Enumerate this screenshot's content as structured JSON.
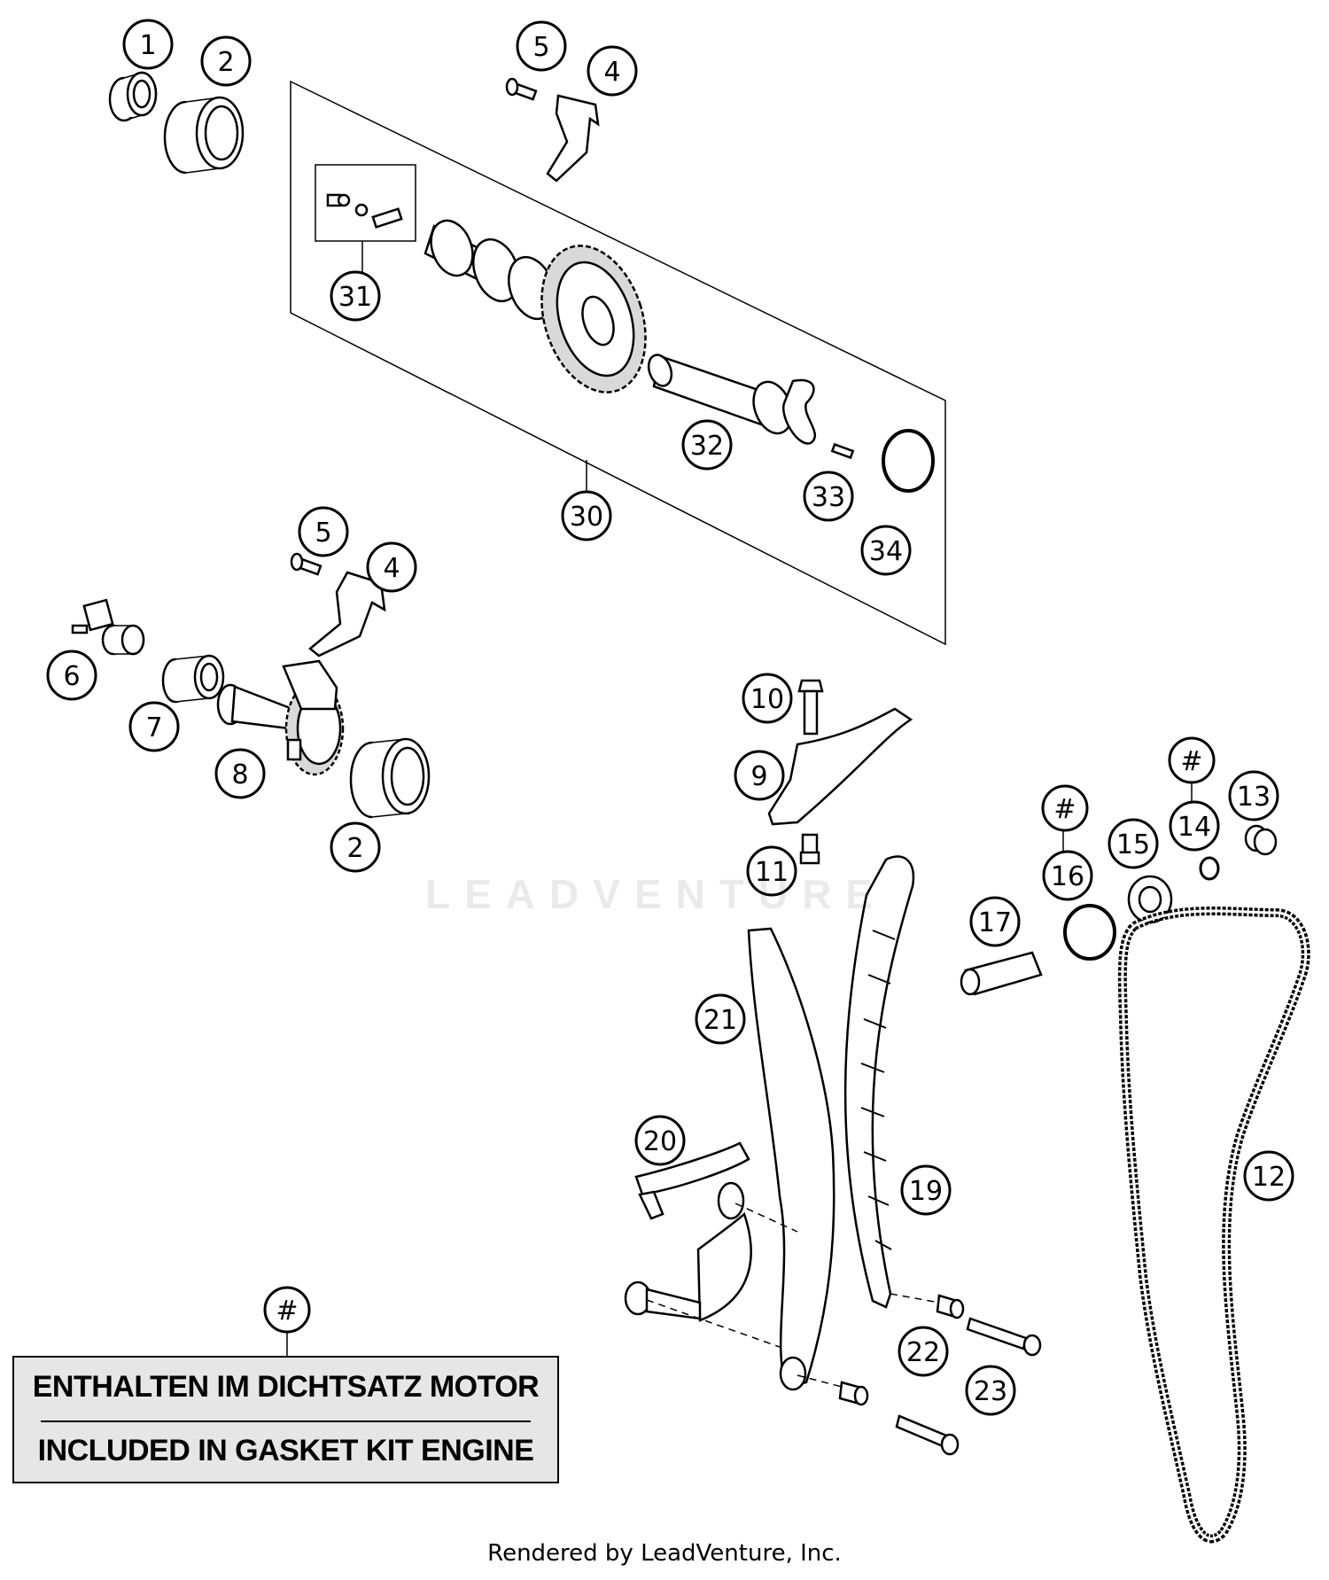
{
  "callouts": [
    {
      "id": "c1",
      "label": "1"
    },
    {
      "id": "c2a",
      "label": "2"
    },
    {
      "id": "c5a",
      "label": "5"
    },
    {
      "id": "c4a",
      "label": "4"
    },
    {
      "id": "c31",
      "label": "31"
    },
    {
      "id": "c32",
      "label": "32"
    },
    {
      "id": "c33",
      "label": "33"
    },
    {
      "id": "c30",
      "label": "30"
    },
    {
      "id": "c34",
      "label": "34"
    },
    {
      "id": "c5b",
      "label": "5"
    },
    {
      "id": "c4b",
      "label": "4"
    },
    {
      "id": "c6",
      "label": "6"
    },
    {
      "id": "c7",
      "label": "7"
    },
    {
      "id": "c8",
      "label": "8"
    },
    {
      "id": "c2b",
      "label": "2"
    },
    {
      "id": "c10",
      "label": "10"
    },
    {
      "id": "c9",
      "label": "9"
    },
    {
      "id": "c11",
      "label": "11"
    },
    {
      "id": "c14h",
      "label": "#"
    },
    {
      "id": "c14",
      "label": "14"
    },
    {
      "id": "c13",
      "label": "13"
    },
    {
      "id": "c16h",
      "label": "#"
    },
    {
      "id": "c16",
      "label": "16"
    },
    {
      "id": "c15",
      "label": "15"
    },
    {
      "id": "c17",
      "label": "17"
    },
    {
      "id": "c21",
      "label": "21"
    },
    {
      "id": "c20",
      "label": "20"
    },
    {
      "id": "c19",
      "label": "19"
    },
    {
      "id": "c12",
      "label": "12"
    },
    {
      "id": "c22",
      "label": "22"
    },
    {
      "id": "c23",
      "label": "23"
    },
    {
      "id": "c_legend",
      "label": "#"
    }
  ],
  "legend": {
    "line_de": "ENTHALTEN IM DICHTSATZ MOTOR",
    "line_en": "INCLUDED IN GASKET KIT ENGINE"
  },
  "watermark": "LEADVENTURE",
  "footer": "Rendered by LeadVenture, Inc."
}
